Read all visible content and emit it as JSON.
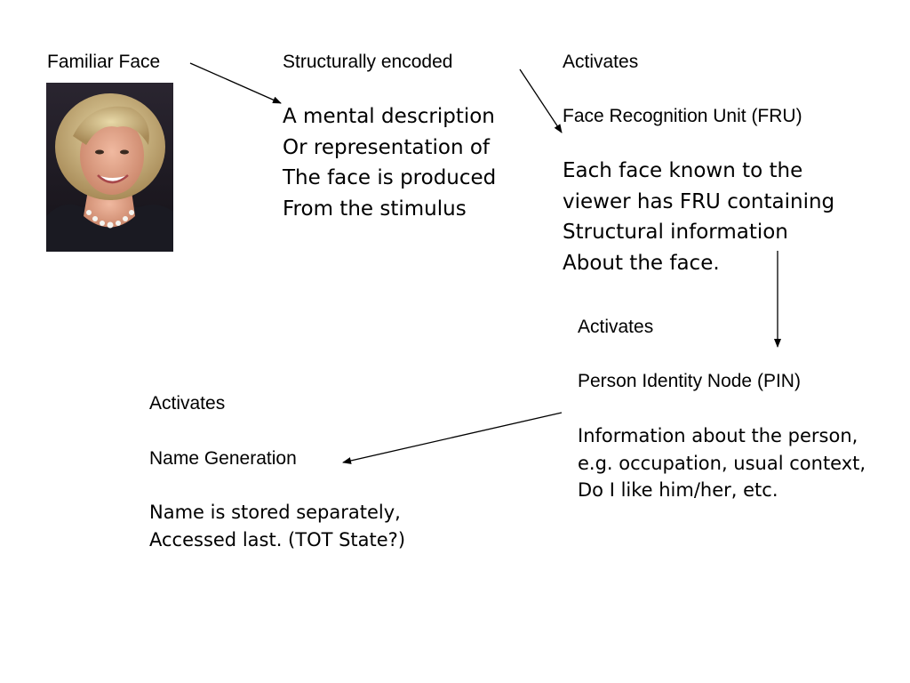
{
  "step1": {
    "label": "Familiar Face"
  },
  "step2": {
    "label": "Structurally encoded",
    "description": [
      "A mental description",
      "Or representation of",
      "The face is produced",
      "From the stimulus"
    ]
  },
  "step3": {
    "activates": "Activates",
    "unit": "Face Recognition Unit (FRU)",
    "description": [
      "Each face known to the",
      "viewer has FRU containing",
      "Structural information",
      "About the face."
    ]
  },
  "step4": {
    "activates": "Activates",
    "unit": "Person Identity Node (PIN)",
    "description": [
      "Information about the person,",
      "e.g. occupation, usual context,",
      "Do I like him/her, etc."
    ]
  },
  "step5": {
    "activates": "Activates",
    "unit": "Name Generation",
    "description": [
      "Name is stored separately,",
      "Accessed last.  (TOT State?)"
    ]
  },
  "colors": {
    "text": "#000000",
    "arrow": "#000000",
    "background": "#ffffff"
  }
}
